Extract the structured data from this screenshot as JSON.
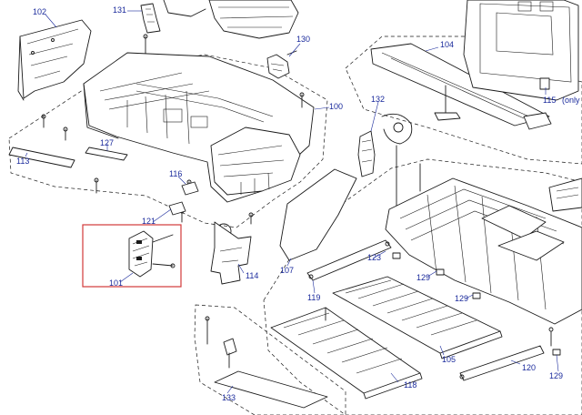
{
  "labels": {
    "p102": "102",
    "p131": "131",
    "p130": "130",
    "p104": "104",
    "p115": "115",
    "p115_note": "(only",
    "p100": "100",
    "p132": "132",
    "p113": "113",
    "p127": "127",
    "p116": "116",
    "p121": "121",
    "p101": "101",
    "p114": "114",
    "p107": "107",
    "p119": "119",
    "p123": "123",
    "p129a": "129",
    "p129b": "129",
    "p105": "105",
    "p118": "118",
    "p120": "120",
    "p133": "133",
    "p129c": "129"
  },
  "callout": "A",
  "colors": {
    "label": "#1a2a9c",
    "highlight": "#d23a3a",
    "line": "#1a1a1a"
  }
}
